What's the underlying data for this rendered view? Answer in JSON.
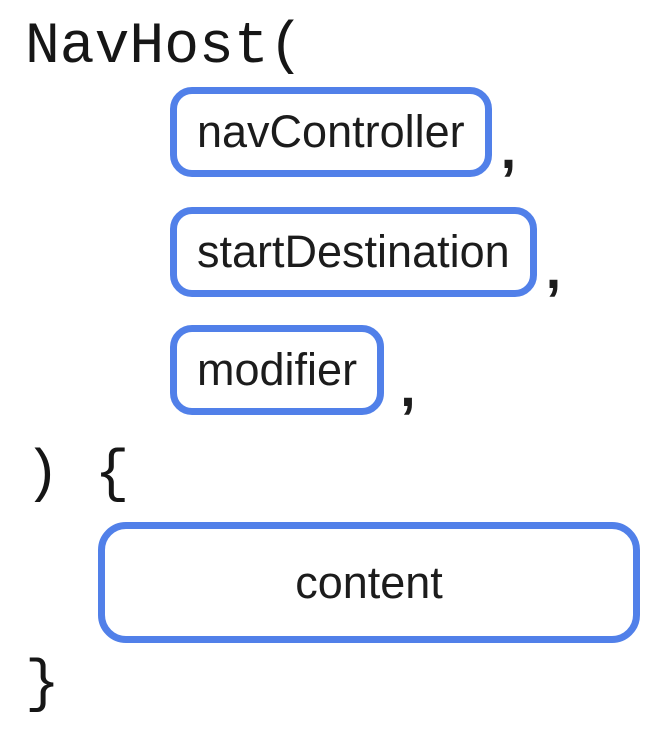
{
  "code": {
    "open": "NavHost(",
    "middle": ") {",
    "close": "}"
  },
  "parameters": [
    {
      "label": "navController",
      "separator": ","
    },
    {
      "label": "startDestination",
      "separator": ","
    },
    {
      "label": "modifier",
      "separator": ","
    }
  ],
  "body_slot": {
    "label": "content"
  },
  "colors": {
    "pill_border": "#5180E9",
    "code_text": "#161616",
    "label_text": "#1C1C1C",
    "background": "#FFFFFF"
  }
}
